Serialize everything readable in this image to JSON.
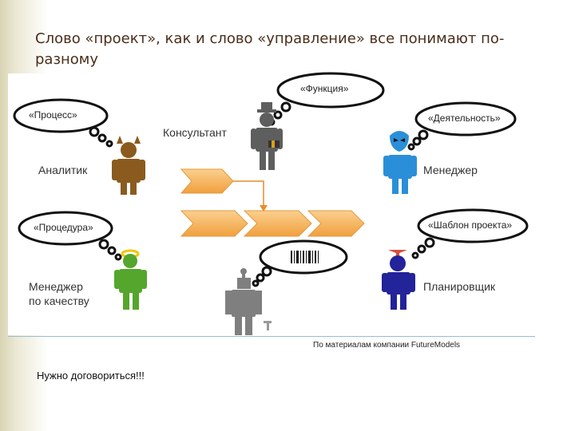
{
  "slide": {
    "title": "Слово «проект», как и слово «управление» все понимают по-разному",
    "credit": "По материалам компании FutureModels",
    "footer_note": "Нужно договориться!!!"
  },
  "roles": {
    "consultant": "Консультант",
    "analyst": "Аналитик",
    "manager": "Менеджер",
    "quality_manager": "Менеджер\nпо качеству",
    "planner": "Планировщик"
  },
  "bubbles": {
    "function": "«Функция»",
    "process": "«Процесс»",
    "activity": "«Деятельность»",
    "procedure": "«Процедура»",
    "project_template": "«Шаблон проекта»"
  },
  "colors": {
    "title": "#4a2e1b",
    "analyst": "#8b5a1e",
    "consultant": "#5e5e5e",
    "manager": "#2a8fd8",
    "quality_manager": "#55a62c",
    "planner": "#23239a",
    "programmer": "#7f7f7f",
    "chevron": "#f7b155",
    "arrow": "#e98c2b"
  }
}
